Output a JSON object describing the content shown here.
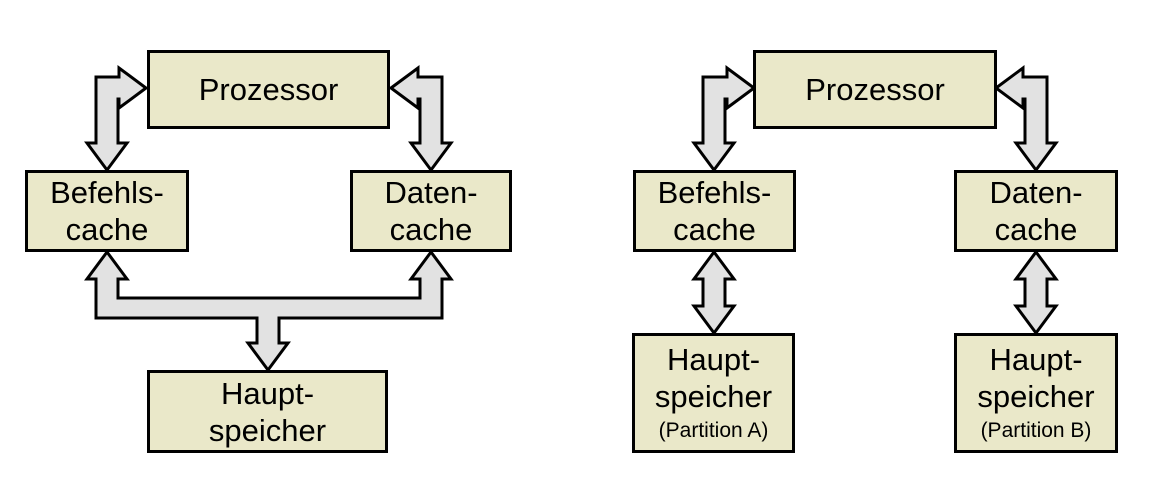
{
  "colors": {
    "box_fill": "#eae8c9",
    "box_border": "#000000",
    "arrow_fill": "#e2e2e2",
    "arrow_border": "#000000",
    "background": "#ffffff"
  },
  "diagram_left": {
    "prozessor": {
      "label": "Prozessor"
    },
    "befehls_cache": {
      "line1": "Befehls-",
      "line2": "cache"
    },
    "daten_cache": {
      "line1": "Daten-",
      "line2": "cache"
    },
    "haupt_speicher": {
      "line1": "Haupt-",
      "line2": "speicher"
    },
    "connections": [
      {
        "from": "prozessor",
        "to": "befehls_cache",
        "bidirectional": true,
        "shape": "elbow"
      },
      {
        "from": "prozessor",
        "to": "daten_cache",
        "bidirectional": true,
        "shape": "elbow"
      },
      {
        "from": "haupt_speicher",
        "to": "befehls_cache|daten_cache",
        "bidirectional": true,
        "shape": "three-way-branch"
      }
    ]
  },
  "diagram_right": {
    "prozessor": {
      "label": "Prozessor"
    },
    "befehls_cache": {
      "line1": "Befehls-",
      "line2": "cache"
    },
    "daten_cache": {
      "line1": "Daten-",
      "line2": "cache"
    },
    "haupt_speicher_a": {
      "line1": "Haupt-",
      "line2": "speicher",
      "sublabel": "(Partition A)"
    },
    "haupt_speicher_b": {
      "line1": "Haupt-",
      "line2": "speicher",
      "sublabel": "(Partition B)"
    },
    "connections": [
      {
        "from": "prozessor",
        "to": "befehls_cache",
        "bidirectional": true,
        "shape": "elbow"
      },
      {
        "from": "prozessor",
        "to": "daten_cache",
        "bidirectional": true,
        "shape": "elbow"
      },
      {
        "from": "befehls_cache",
        "to": "haupt_speicher_a",
        "bidirectional": true,
        "shape": "straight"
      },
      {
        "from": "daten_cache",
        "to": "haupt_speicher_b",
        "bidirectional": true,
        "shape": "straight"
      }
    ]
  }
}
